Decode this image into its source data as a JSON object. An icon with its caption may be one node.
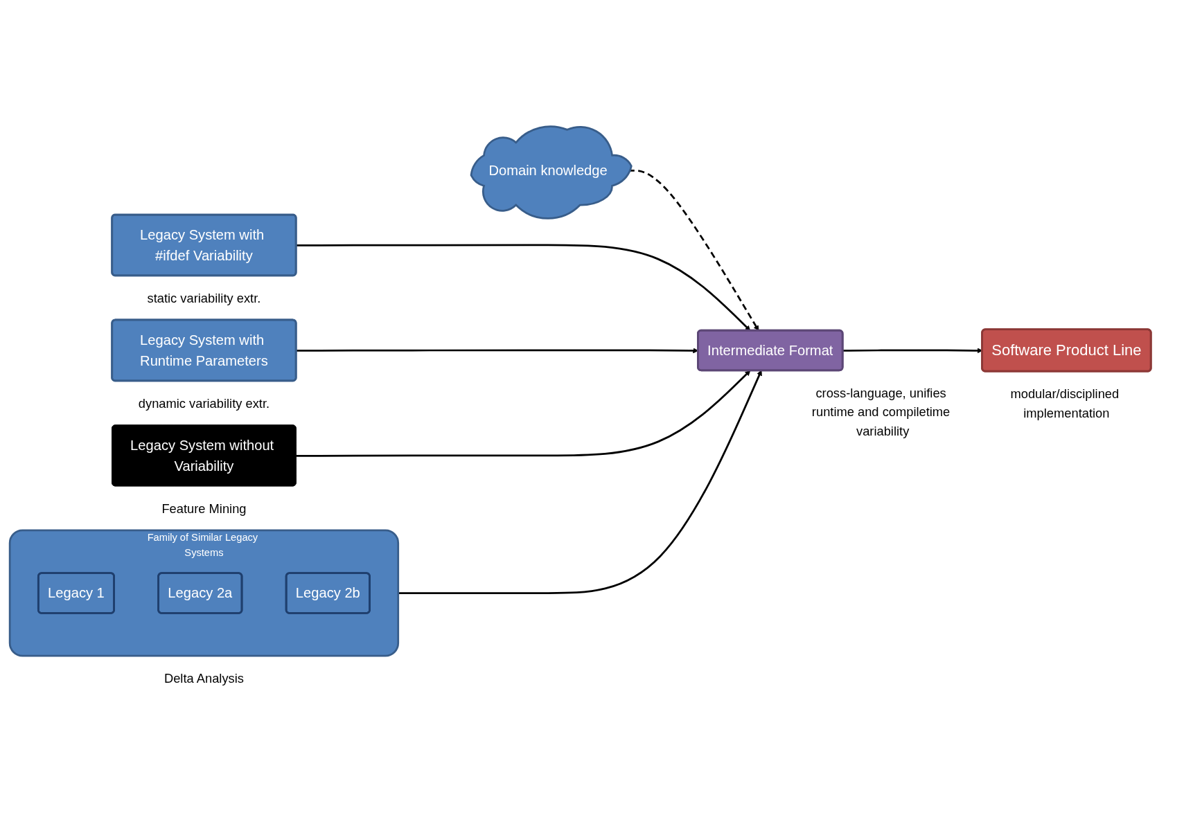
{
  "diagram": {
    "nodes": [
      {
        "text": [
          "Domain knowledge"
        ]
      },
      {
        "text": [
          "Legacy System with #ifdef Variability"
        ],
        "beside": [
          "static variability extr."
        ]
      },
      {
        "text": [
          "Legacy System with Runtime Parameters"
        ],
        "beside": [
          "dynamic variability extr."
        ]
      },
      {
        "text": [
          "Legacy System without Variability"
        ],
        "beside": [
          "Feature Mining"
        ]
      },
      {
        "text": [
          "Family of Similar Legacy Systems"
        ],
        "beside": [
          "Delta Analysis"
        ]
      },
      {
        "text": [
          "Legacy 1"
        ],
        "in": 4
      },
      {
        "text": [
          "Legacy 2a"
        ],
        "in": 4
      },
      {
        "text": [
          "Legacy 2b"
        ],
        "in": 4
      },
      {
        "text": [
          "Intermediate Format"
        ],
        "beside": [
          "cross-language, unifies runtime and compiletime variability"
        ]
      },
      {
        "text": [
          "Software Product Line"
        ],
        "beside": [
          "modular/disciplined implementation"
        ]
      }
    ],
    "edges": [
      {
        "from": 0,
        "to": 8,
        "arrow": "to",
        "style": "dashed"
      },
      {
        "from": 1,
        "to": 8,
        "arrow": "to"
      },
      {
        "from": 2,
        "to": 8,
        "arrow": "to"
      },
      {
        "from": 3,
        "to": 8,
        "arrow": "to"
      },
      {
        "from": 4,
        "to": 8,
        "arrow": "to"
      },
      {
        "from": 8,
        "to": 9,
        "arrow": "to"
      }
    ]
  }
}
